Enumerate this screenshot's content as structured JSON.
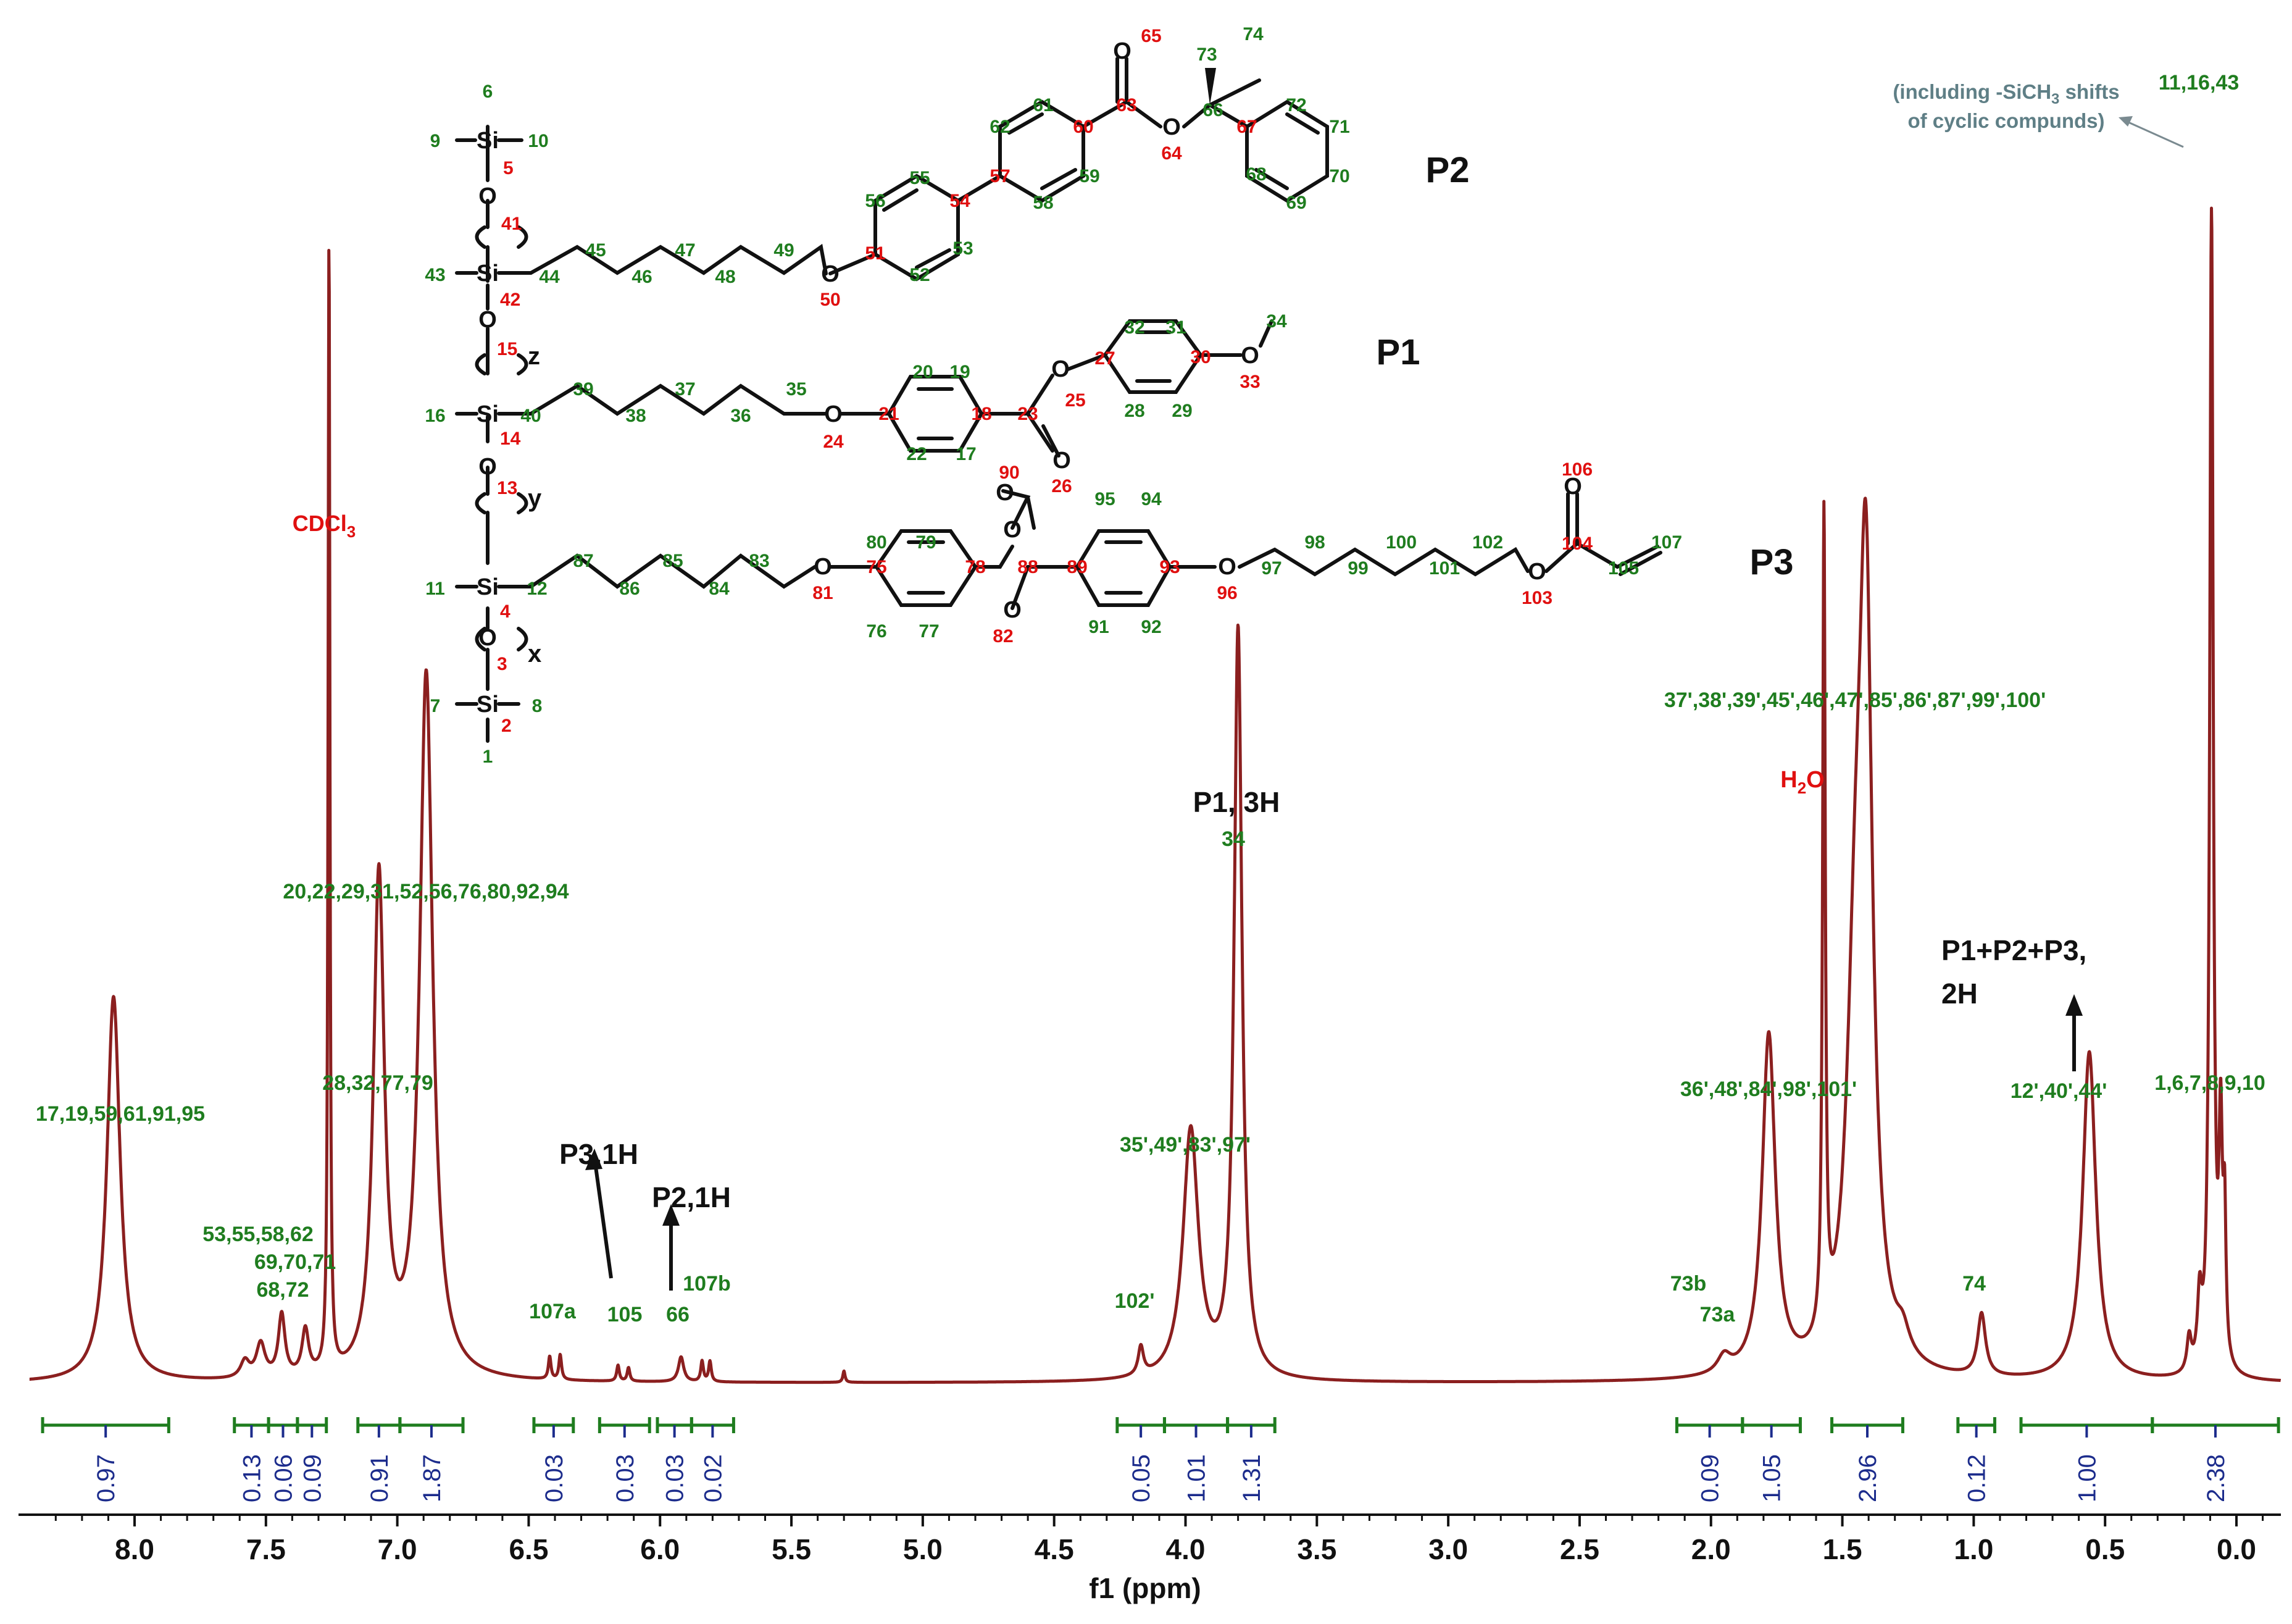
{
  "colors": {
    "spectrum": "#8b1f1f",
    "assign": "#1f7d1f",
    "atomRed": "#e01010",
    "integral": "#1c2c8c",
    "note": "#5f7f86"
  },
  "chart_data": {
    "type": "line",
    "xlabel": "f1 (ppm)",
    "xlim": [
      8.4,
      -0.2
    ],
    "x_reversed": true,
    "x_ticks": [
      "8.0",
      "7.5",
      "7.0",
      "6.5",
      "6.0",
      "5.5",
      "5.0",
      "4.5",
      "4.0",
      "3.5",
      "3.0",
      "2.5",
      "2.0",
      "1.5",
      "1.0",
      "0.5",
      "0.0"
    ],
    "peaks": [
      {
        "ppm": 8.08,
        "h": 0.34,
        "w": 0.03
      },
      {
        "ppm": 7.58,
        "h": 0.015,
        "w": 0.02
      },
      {
        "ppm": 7.52,
        "h": 0.03,
        "w": 0.02
      },
      {
        "ppm": 7.44,
        "h": 0.055,
        "w": 0.015
      },
      {
        "ppm": 7.35,
        "h": 0.04,
        "w": 0.015
      },
      {
        "ppm": 7.26,
        "h": 1.0,
        "w": 0.004
      },
      {
        "ppm": 7.07,
        "h": 0.44,
        "w": 0.025
      },
      {
        "ppm": 6.89,
        "h": 0.62,
        "w": 0.03
      },
      {
        "ppm": 6.42,
        "h": 0.02,
        "w": 0.006
      },
      {
        "ppm": 6.38,
        "h": 0.022,
        "w": 0.006
      },
      {
        "ppm": 6.16,
        "h": 0.014,
        "w": 0.006
      },
      {
        "ppm": 6.12,
        "h": 0.012,
        "w": 0.006
      },
      {
        "ppm": 5.92,
        "h": 0.022,
        "w": 0.012
      },
      {
        "ppm": 5.84,
        "h": 0.018,
        "w": 0.006
      },
      {
        "ppm": 5.81,
        "h": 0.018,
        "w": 0.006
      },
      {
        "ppm": 5.3,
        "h": 0.01,
        "w": 0.005
      },
      {
        "ppm": 4.17,
        "h": 0.025,
        "w": 0.012
      },
      {
        "ppm": 3.98,
        "h": 0.22,
        "w": 0.035
      },
      {
        "ppm": 3.8,
        "h": 0.66,
        "w": 0.018
      },
      {
        "ppm": 1.95,
        "h": 0.015,
        "w": 0.03
      },
      {
        "ppm": 1.78,
        "h": 0.3,
        "w": 0.03
      },
      {
        "ppm": 1.57,
        "h": 0.72,
        "w": 0.006
      },
      {
        "ppm": 1.45,
        "h": 0.3,
        "w": 0.04
      },
      {
        "ppm": 1.41,
        "h": 0.62,
        "w": 0.03
      },
      {
        "ppm": 1.27,
        "h": 0.02,
        "w": 0.03
      },
      {
        "ppm": 0.97,
        "h": 0.055,
        "w": 0.018
      },
      {
        "ppm": 0.56,
        "h": 0.29,
        "w": 0.03
      },
      {
        "ppm": 0.18,
        "h": 0.03,
        "w": 0.01
      },
      {
        "ppm": 0.14,
        "h": 0.06,
        "w": 0.01
      },
      {
        "ppm": 0.095,
        "h": 1.02,
        "w": 0.008
      },
      {
        "ppm": 0.06,
        "h": 0.2,
        "w": 0.008
      },
      {
        "ppm": 0.045,
        "h": 0.12,
        "w": 0.006
      }
    ],
    "integrals": [
      {
        "from": 8.35,
        "to": 7.87,
        "value": "0.97"
      },
      {
        "from": 7.62,
        "to": 7.49,
        "value": "0.13"
      },
      {
        "from": 7.49,
        "to": 7.38,
        "value": "0.06"
      },
      {
        "from": 7.38,
        "to": 7.27,
        "value": "0.09"
      },
      {
        "from": 7.15,
        "to": 6.99,
        "value": "0.91"
      },
      {
        "from": 6.99,
        "to": 6.75,
        "value": "1.87"
      },
      {
        "from": 6.48,
        "to": 6.33,
        "value": "0.03"
      },
      {
        "from": 6.23,
        "to": 6.04,
        "value": "0.03"
      },
      {
        "from": 6.01,
        "to": 5.88,
        "value": "0.03"
      },
      {
        "from": 5.88,
        "to": 5.72,
        "value": "0.02"
      },
      {
        "from": 4.26,
        "to": 4.08,
        "value": "0.05"
      },
      {
        "from": 4.08,
        "to": 3.84,
        "value": "1.01"
      },
      {
        "from": 3.84,
        "to": 3.66,
        "value": "1.31"
      },
      {
        "from": 2.13,
        "to": 1.88,
        "value": "0.09"
      },
      {
        "from": 1.88,
        "to": 1.66,
        "value": "1.05"
      },
      {
        "from": 1.54,
        "to": 1.27,
        "value": "2.96"
      },
      {
        "from": 1.06,
        "to": 0.92,
        "value": "0.12"
      },
      {
        "from": 0.82,
        "to": 0.32,
        "value": "1.00"
      },
      {
        "from": 0.32,
        "to": -0.16,
        "value": "2.38"
      }
    ],
    "annotations": {
      "cdcl3_prefix": "CDCl",
      "cdcl3_sub": "3",
      "h2o_h": "H",
      "h2o_sub": "2",
      "h2o_o": "O",
      "p1_3h": "P1, 3H",
      "p1_34": "34",
      "arom_top": "20,22,29,31,52,56,76,80,92,94",
      "arom_mid": "28,32,77,79",
      "arom_left": "17,19,59,61,91,95",
      "arom_a": "53,55,58,62",
      "arom_b": "69,70,71",
      "arom_c": "68,72",
      "p3_1h": "P3,1H",
      "p2_1h": "P2,1H",
      "lbl_107a": "107a",
      "lbl_105": "105",
      "lbl_66": "66",
      "lbl_107b": "107b",
      "lbl_102p": "102'",
      "lbl_ocH2": "35',49',83',97'",
      "lbl_73b": "73b",
      "lbl_73a": "73a",
      "lbl_ch2_mid": "36',48',84',98',101'",
      "lbl_ch2_top": "37',38',39',45',46',47',85',86',87',99',100'",
      "lbl_74": "74",
      "p123_line1": "P1+P2+P3,",
      "p123_line2": "2H",
      "lbl_sich2": "12',40',44'",
      "lbl_sime": "1,6,7,8,9,10",
      "lbl_top_right": "11,16,43",
      "note_line1_a": "(including -SiCH",
      "note_line1_sub": "3",
      "note_line1_b": " shifts",
      "note_line2": "of cyclic compunds)"
    }
  },
  "structure": {
    "P1": "P1",
    "P2": "P2",
    "P3": "P3",
    "si": "Si",
    "o": "O",
    "x": "x",
    "y": "y",
    "z": "z",
    "n1": "1",
    "n2": "2",
    "n3": "3",
    "n4": "4",
    "n5": "5",
    "n6": "6",
    "n7": "7",
    "n8": "8",
    "n9": "9",
    "n10": "10",
    "n11": "11",
    "n12": "12",
    "n13": "13",
    "n14": "14",
    "n15": "15",
    "n16": "16",
    "n17": "17",
    "n18": "18",
    "n19": "19",
    "n20": "20",
    "n21": "21",
    "n22": "22",
    "n23": "23",
    "n24": "24",
    "n25": "25",
    "n26": "26",
    "n27": "27",
    "n28": "28",
    "n29": "29",
    "n30": "30",
    "n31": "31",
    "n32": "32",
    "n33": "33",
    "n34": "34",
    "n35": "35",
    "n36": "36",
    "n37": "37",
    "n38": "38",
    "n39": "39",
    "n40": "40",
    "n41": "41",
    "n42": "42",
    "n43": "43",
    "n44": "44",
    "n45": "45",
    "n46": "46",
    "n47": "47",
    "n48": "48",
    "n49": "49",
    "n50": "50",
    "n51": "51",
    "n52": "52",
    "n53": "53",
    "n54": "54",
    "n55": "55",
    "n56": "56",
    "n57": "57",
    "n58": "58",
    "n59": "59",
    "n60": "60",
    "n61": "61",
    "n62": "62",
    "n63": "63",
    "n64": "64",
    "n65": "65",
    "n66": "66",
    "n67": "67",
    "n68": "68",
    "n69": "69",
    "n70": "70",
    "n71": "71",
    "n72": "72",
    "n73": "73",
    "n74": "74",
    "n75": "75",
    "n76": "76",
    "n77": "77",
    "n78": "78",
    "n79": "79",
    "n80": "80",
    "n81": "81",
    "n82": "82",
    "n83": "83",
    "n84": "84",
    "n85": "85",
    "n86": "86",
    "n87": "87",
    "n88": "88",
    "n89": "89",
    "n90": "90",
    "n91": "91",
    "n92": "92",
    "n93": "93",
    "n94": "94",
    "n95": "95",
    "n96": "96",
    "n97": "97",
    "n98": "98",
    "n99": "99",
    "n100": "100",
    "n101": "101",
    "n102": "102",
    "n103": "103",
    "n104": "104",
    "n105": "105",
    "n106": "106",
    "n107": "107"
  }
}
